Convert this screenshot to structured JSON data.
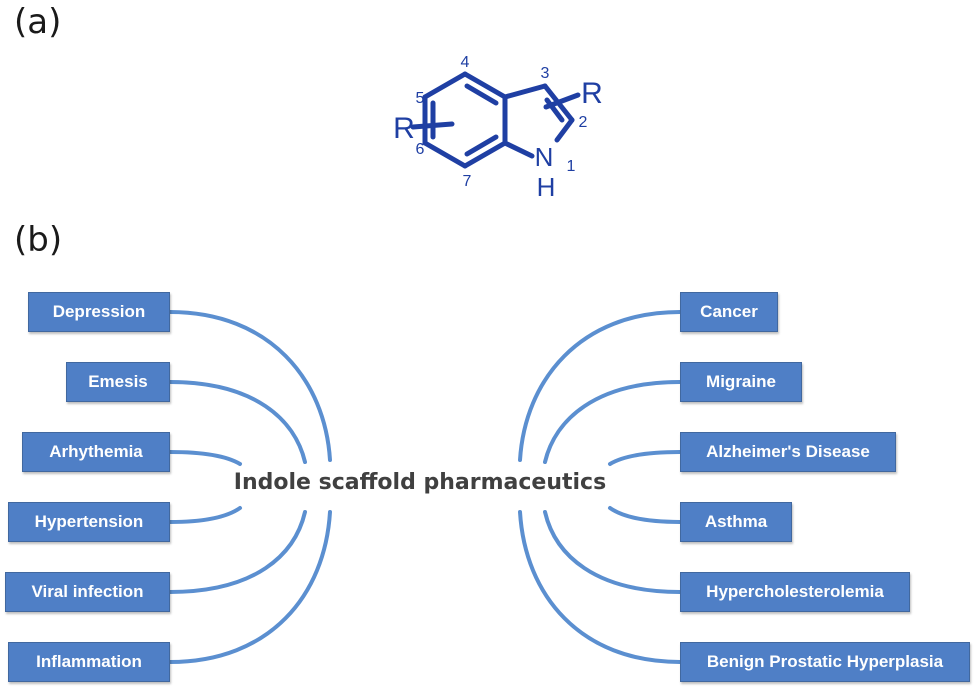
{
  "panels": {
    "a": "(a)",
    "b": "(b)"
  },
  "molecule": {
    "substituent_left": "R",
    "substituent_right": "R",
    "nitrogen": "N",
    "hydrogen": "H",
    "positions": [
      "1",
      "2",
      "3",
      "4",
      "5",
      "6",
      "7"
    ],
    "color": "#1f3fa3"
  },
  "center": {
    "title": "Indole scaffold pharmaceutics"
  },
  "left_items": [
    "Depression",
    "Emesis",
    "Arhythemia",
    "Hypertension",
    "Viral infection",
    "Inflammation"
  ],
  "right_items": [
    "Cancer",
    "Migraine",
    "Alzheimer's Disease",
    "Asthma",
    "Hypercholesterolemia",
    "Benign Prostatic Hyperplasia"
  ],
  "colors": {
    "box_fill": "#4f7fc6",
    "line": "#5b8fd0",
    "text": "#404040"
  }
}
